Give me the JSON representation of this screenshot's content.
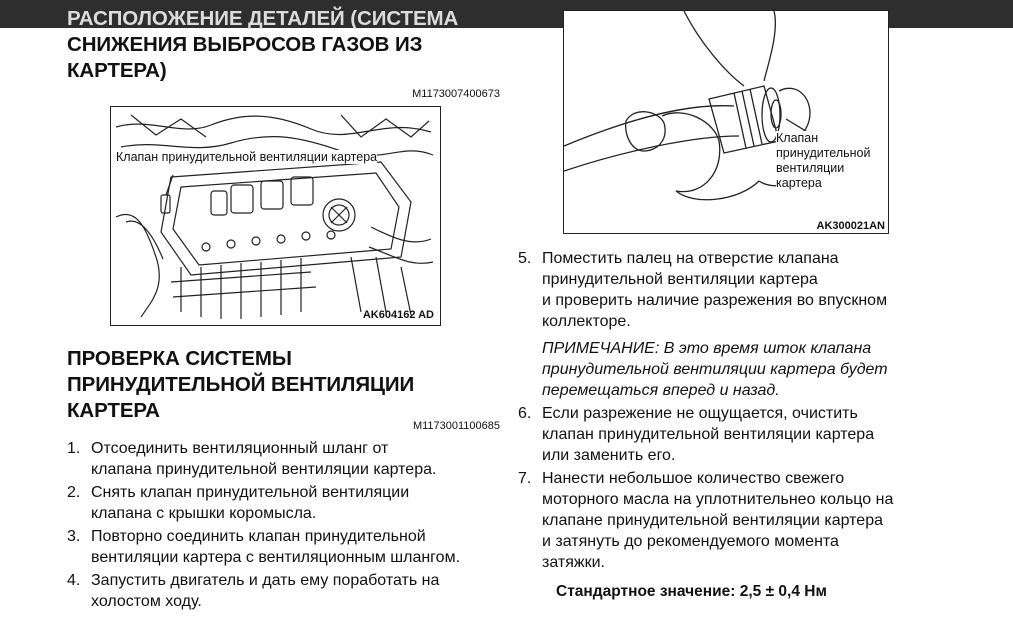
{
  "section1": {
    "title_line1": "РАСПОЛОЖЕНИЕ ДЕТАЛЕЙ (СИСТЕМА",
    "title_line2": "СНИЖЕНИЯ ВЫБРОСОВ ГАЗОВ ИЗ",
    "title_line3": "КАРТЕРА)",
    "code": "M1173007400673",
    "figure_label": "Клапан принудительной вентиляции картера",
    "figure_code": "AK604162 AD"
  },
  "section2": {
    "title_line1": "ПРОВЕРКА СИСТЕМЫ",
    "title_line2": "ПРИНУДИТЕЛЬНОЙ ВЕНТИЛЯЦИИ",
    "title_line3": "КАРТЕРА",
    "code": "M1173001100685",
    "steps": [
      {
        "num": "1.",
        "line1": "Отсоединить вентиляционный шланг от",
        "line2": "клапана принудительной вентиляции картера."
      },
      {
        "num": "2.",
        "line1": "Снять клапан принудительной вентиляции",
        "line2": "клапана с крышки коромысла."
      },
      {
        "num": "3.",
        "line1": "Повторно соединить клапан принудительной",
        "line2": "вентиляции картера с вентиляционным шлангом."
      },
      {
        "num": "4.",
        "line1": "Запустить двигатель и дать ему поработать на",
        "line2": "холостом ходу."
      }
    ]
  },
  "right": {
    "figure_label_l1": "Клапан",
    "figure_label_l2": "принудительной",
    "figure_label_l3": "вентиляции",
    "figure_label_l4": "картера",
    "figure_code": "AK300021AN",
    "step5": {
      "num": "5.",
      "l1": "Поместить палец на отверстие клапана",
      "l2": "принудительной вентиляции картера",
      "l3": "и проверить наличие разрежения во впускном",
      "l4": "коллекторе."
    },
    "note": {
      "l1": "ПРИМЕЧАНИЕ: В это время шток клапана",
      "l2": "принудительной вентиляции картера будет",
      "l3": "перемещаться вперед и назад."
    },
    "step6": {
      "num": "6.",
      "l1": "Если разрежение не ощущается, очистить",
      "l2": "клапан принудительной вентиляции картера",
      "l3": "или заменить его."
    },
    "step7": {
      "num": "7.",
      "l1": "Нанести небольшое количество свежего",
      "l2": "моторного масла на уплотнительнео кольцо на",
      "l3": "клапане принудительной вентиляции картера",
      "l4": "и затянуть до рекомендуемого момента",
      "l5": "затяжки."
    },
    "spec": "Стандартное значение: 2,5 ± 0,4 Нм"
  }
}
